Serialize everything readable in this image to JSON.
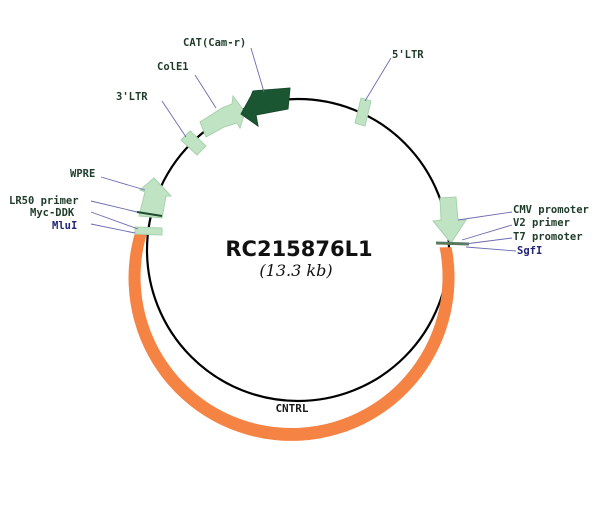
{
  "plasmid": {
    "name": "RC215876L1",
    "size": "(13.3 kb)"
  },
  "colors": {
    "backbone": "#000000",
    "light_feature": "#bfe3c3",
    "light_feature_stroke": "#a9d2ae",
    "dark_feature": "#1a5632",
    "insert": "#f58344",
    "leader_line": "#6b6bb0",
    "primer_mark": "#1f4a2f"
  },
  "features": {
    "cat": "CAT(Cam-r)",
    "colE1": "ColE1",
    "ltr3": "3'LTR",
    "ltr5": "5'LTR",
    "wpre": "WPRE",
    "lr50": "LR50 primer",
    "mycddk": "Myc-DDK",
    "mlui": "MluI",
    "cmv": "CMV promoter",
    "v2": "V2 primer",
    "t7": "T7 promoter",
    "sgfi": "SgfI",
    "cntrl": "CNTRL"
  }
}
